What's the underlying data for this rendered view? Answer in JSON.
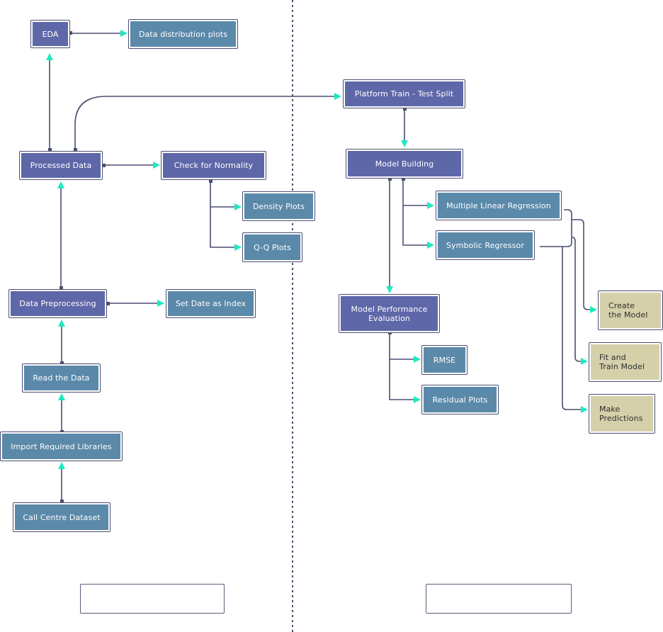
{
  "diagram": {
    "colors": {
      "process": "#5e67a8",
      "output": "#5b89a9",
      "step": "#d5d0aa",
      "connector": "#4a4f70",
      "arrowhead": "#1de9c0"
    },
    "left_panel": {
      "nodes": {
        "eda": "EDA",
        "data_distribution_plots": "Data distribution plots",
        "processed_data": "Processed Data",
        "check_for_normality": "Check for Normality",
        "density_plots": "Density Plots",
        "qq_plots": "Q-Q Plots",
        "data_preprocessing": "Data Preprocessing",
        "set_date_as_index": "Set Date as Index",
        "read_the_data": "Read the Data",
        "import_required_libraries": "Import Required Libraries",
        "call_centre_dataset": "Call Centre Dataset"
      }
    },
    "right_panel": {
      "nodes": {
        "platform_train_test_split": "Platform Train - Test Split",
        "model_building": "Model Building",
        "multiple_linear_regression": "Multiple Linear Regression",
        "symbolic_regressor": "Symbolic Regressor",
        "model_performance_evaluation": "Model Performance Evaluation",
        "rmse": "RMSE",
        "residual_plots": "Residual Plots",
        "create_the_model": "Create the Model",
        "fit_and_train_model": "Fit and Train Model",
        "make_predictions": "Make Predictions"
      }
    }
  }
}
